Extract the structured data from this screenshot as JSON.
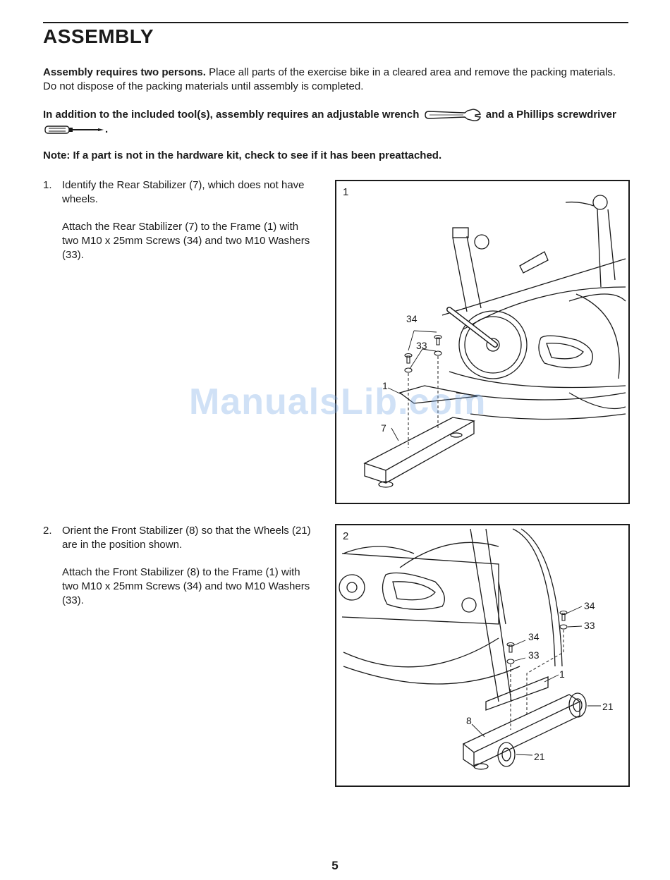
{
  "heading": "ASSEMBLY",
  "intro": {
    "bold": "Assembly requires two persons.",
    "rest": " Place all parts of the exercise bike in a cleared area and remove the packing materials. Do not dispose of the packing materials until assembly is completed."
  },
  "tools": {
    "part1": "In addition to the included tool(s), assembly requires an adjustable wrench",
    "part2": "and a Phillips screwdriver",
    "part3": "."
  },
  "note": "Note: If a part is not in the hardware kit, check to see if it has been preattached.",
  "steps": [
    {
      "number": "1.",
      "text1": "Identify the Rear Stabilizer (7), which does not have wheels.",
      "text2": "Attach the Rear Stabilizer (7) to the Frame (1) with two M10 x 25mm Screws (34) and two M10 Washers (33).",
      "figure_number": "1",
      "callouts": [
        "34",
        "33",
        "1",
        "7"
      ]
    },
    {
      "number": "2.",
      "text1": "Orient the Front Stabilizer (8) so that the Wheels (21) are in the position shown.",
      "text2": "Attach the Front Stabilizer (8) to the Frame (1) with two M10 x 25mm Screws (34) and two M10 Washers (33).",
      "figure_number": "2",
      "callouts": [
        "34",
        "33",
        "34",
        "33",
        "1",
        "21",
        "8",
        "21"
      ]
    }
  ],
  "watermark": "ManualsLib.com",
  "page_number": "5"
}
